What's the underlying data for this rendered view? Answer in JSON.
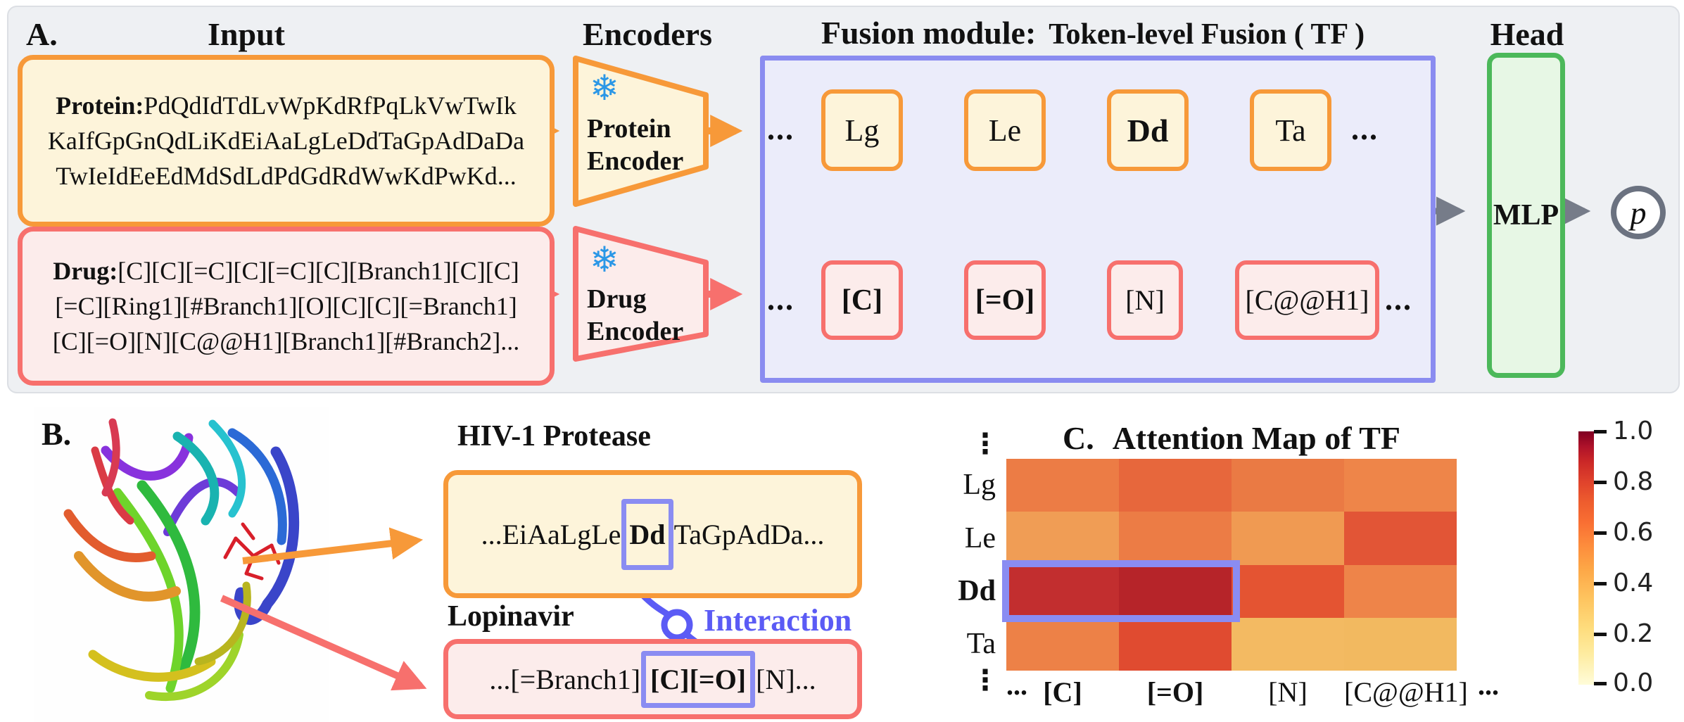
{
  "panel_a": {
    "label": "A.",
    "input": {
      "title": "Input",
      "protein": {
        "prefix": "Protein:",
        "line1_rest": "PdQdIdTdLvWpKdRfPqLkVwTwIk",
        "line2": "KaIfGpGnQdLiKdEiAaLgLeDdTaGpAdDaDa",
        "line3": "TwIeIdEeEdMdSdLdPdGdRdWwKdPwKd..."
      },
      "drug": {
        "prefix": "Drug:",
        "line1_rest": "[C][C][=C][C][=C][C][Branch1][C][C]",
        "line2": "[=C][Ring1][#Branch1][O][C][C][=Branch1]",
        "line3": "[C][=O][N][C@@H1][Branch1][#Branch2]..."
      }
    },
    "encoders": {
      "title": "Encoders",
      "snowflake": "❄",
      "protein_encoder": {
        "line1": "Protein",
        "line2": "Encoder"
      },
      "drug_encoder": {
        "line1": "Drug",
        "line2": "Encoder"
      }
    },
    "fusion": {
      "title_prefix": "Fusion module:",
      "title_main": "Token-level Fusion ( TF )",
      "ellipsis": "...",
      "protein_tokens": [
        {
          "label": "Lg",
          "bold": false
        },
        {
          "label": "Le",
          "bold": false
        },
        {
          "label": "Dd",
          "bold": true
        },
        {
          "label": "Ta",
          "bold": false
        }
      ],
      "drug_tokens": [
        {
          "label": "[C]",
          "bold": true
        },
        {
          "label": "[=O]",
          "bold": true
        },
        {
          "label": "[N]",
          "bold": false
        },
        {
          "label": "[C@@H1]",
          "bold": false
        }
      ]
    },
    "head": {
      "title": "Head",
      "mlp_label": "MLP",
      "output_label": "p"
    }
  },
  "panel_b": {
    "label": "B.",
    "protein_name": "HIV-1 Protease",
    "protein_seq": {
      "prefix": "...EiAaLgLe",
      "highlight": "Dd",
      "suffix": "TaGpAdDa..."
    },
    "drug_name": "Lopinavir",
    "drug_seq": {
      "prefix": "...[=Branch1]",
      "highlight": "[C][=O]",
      "suffix": "[N]..."
    },
    "interaction_label": "Interaction"
  },
  "panel_c": {
    "label": "C.",
    "title": "Attention Map of  TF"
  },
  "chart_data": {
    "type": "heatmap",
    "title": "C. Attention Map of TF",
    "x_labels": [
      "[C]",
      "[=O]",
      "[N]",
      "[C@@H1]"
    ],
    "x_edge_ellipsis": [
      "...",
      "..."
    ],
    "y_labels": [
      "Lg",
      "Le",
      "Dd",
      "Ta"
    ],
    "y_edge_ellipsis": [
      "⋮",
      "⋮"
    ],
    "values": [
      [
        0.55,
        0.6,
        0.56,
        0.53
      ],
      [
        0.45,
        0.55,
        0.46,
        0.68
      ],
      [
        0.8,
        0.84,
        0.63,
        0.54
      ],
      [
        0.54,
        0.7,
        0.35,
        0.35
      ]
    ],
    "cell_colors": [
      [
        "#ec7c45",
        "#e7673c",
        "#ea7a44",
        "#ee8549"
      ],
      [
        "#f09d55",
        "#ec7c45",
        "#f09a52",
        "#e25536"
      ],
      [
        "#c22e2f",
        "#b62429",
        "#e45432",
        "#ee8449"
      ],
      [
        "#ed8147",
        "#e04b30",
        "#f3ba62",
        "#f2b960"
      ]
    ],
    "colormap": "YlOrRd",
    "colorbar_ticks": [
      "1.0",
      "0.8",
      "0.6",
      "0.4",
      "0.2",
      "0.0"
    ],
    "colorbar_range": [
      0.0,
      1.0
    ],
    "highlight": "row Dd, columns [C] and [=O]"
  },
  "colors": {
    "orange": "#f79939",
    "red": "#f7706d",
    "purple_border": "#8a8cf0",
    "purple_line": "#9a9bf2",
    "interaction_purple": "#5b5bf5",
    "green": "#4cb85a",
    "gray_arrow": "#767c89",
    "line_gray": "#474b5c",
    "snowflake_blue": "#2b97e6",
    "panel_bg": "#eef0f3",
    "fusion_bg": "#ebecfa",
    "cream": "#fdf4da",
    "pink": "#fceceb"
  }
}
